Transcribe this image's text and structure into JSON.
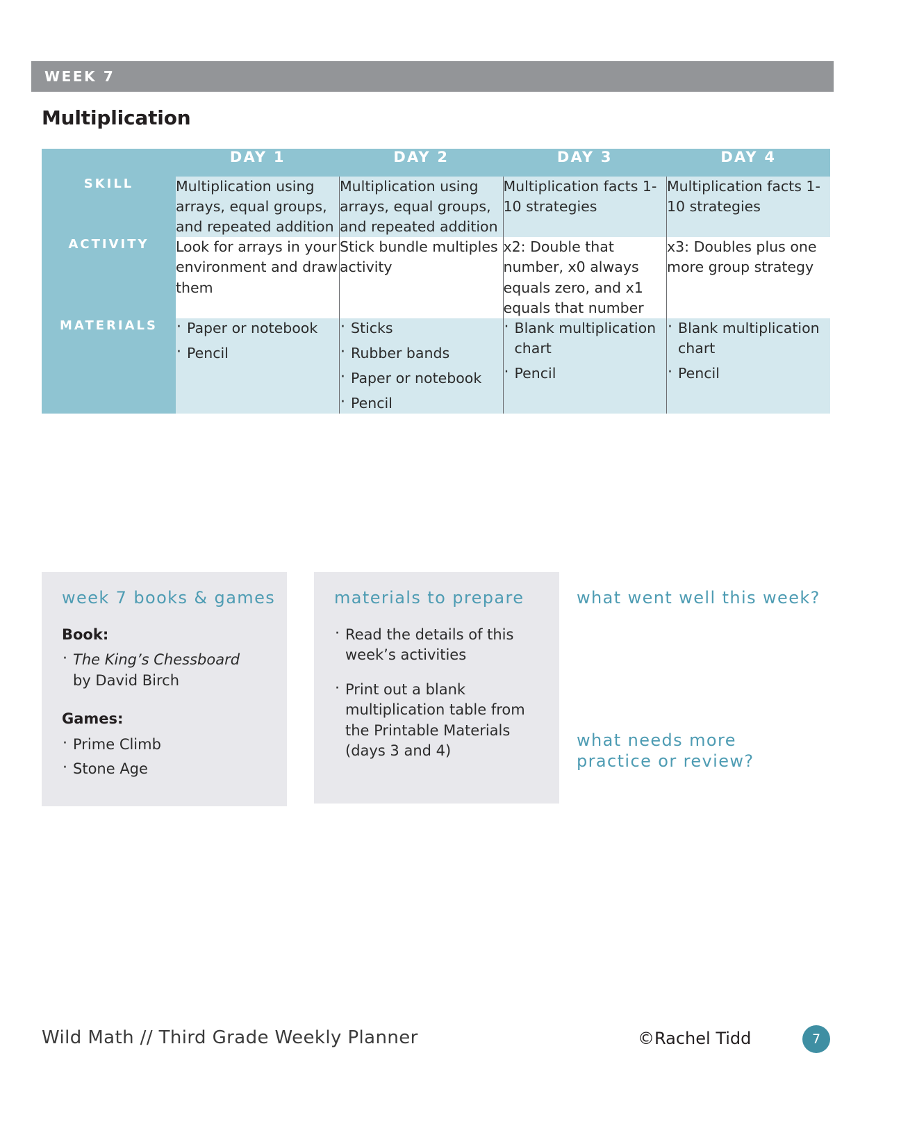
{
  "banner": {
    "week_label": "WEEK 7"
  },
  "topic": {
    "title": "Multiplication"
  },
  "table": {
    "day_headers": [
      "DAY 1",
      "DAY 2",
      "DAY 3",
      "DAY 4"
    ],
    "row_labels": {
      "skill": "SKILL",
      "activity": "ACTIVITY",
      "materials": "MATERIALS"
    },
    "skill": [
      "Multiplication using arrays, equal groups, and repeated addition",
      "Multiplication using arrays, equal groups, and repeated addition",
      "Multiplication facts 1-10 strategies",
      "Multiplication facts 1-10 strategies"
    ],
    "activity": [
      "Look for arrays in your environment and draw them",
      "Stick bundle multiples activity",
      "x2: Double that number, x0 always equals zero, and x1 equals that number",
      "x3: Doubles plus one more group strategy"
    ],
    "materials": {
      "day1": [
        "Paper or notebook",
        "Pencil"
      ],
      "day2": [
        "Sticks",
        "Rubber bands",
        "Paper or notebook",
        "Pencil"
      ],
      "day3": [
        "Blank multiplication chart",
        "Pencil"
      ],
      "day4": [
        "Blank multiplication chart",
        "Pencil"
      ]
    }
  },
  "books_box": {
    "heading": "week 7 books & games",
    "book_label": "Book:",
    "book_title": "The King’s Chessboard",
    "book_author": "by David Birch",
    "games_label": "Games:",
    "games": [
      "Prime Climb",
      "Stone Age"
    ]
  },
  "prepare_box": {
    "heading": "materials to prepare",
    "items": [
      "Read the details of this week’s activities",
      "Print out a blank multiplication table from the Printable Materials (days 3 and 4)"
    ]
  },
  "reflection": {
    "went_well": "what went well this week?",
    "needs_practice": "what needs more practice or review?"
  },
  "footer": {
    "left": "Wild Math // Third Grade Weekly Planner",
    "copyright": "©Rachel Tidd",
    "page_number": "7"
  },
  "colors": {
    "banner_gray": "#939598",
    "teal_header": "#8fc4d2",
    "cell_light_blue": "#d4e8ee",
    "box_gray": "#e8e8ec",
    "accent_teal": "#4e9cb3",
    "badge_teal": "#3f8fa3"
  }
}
